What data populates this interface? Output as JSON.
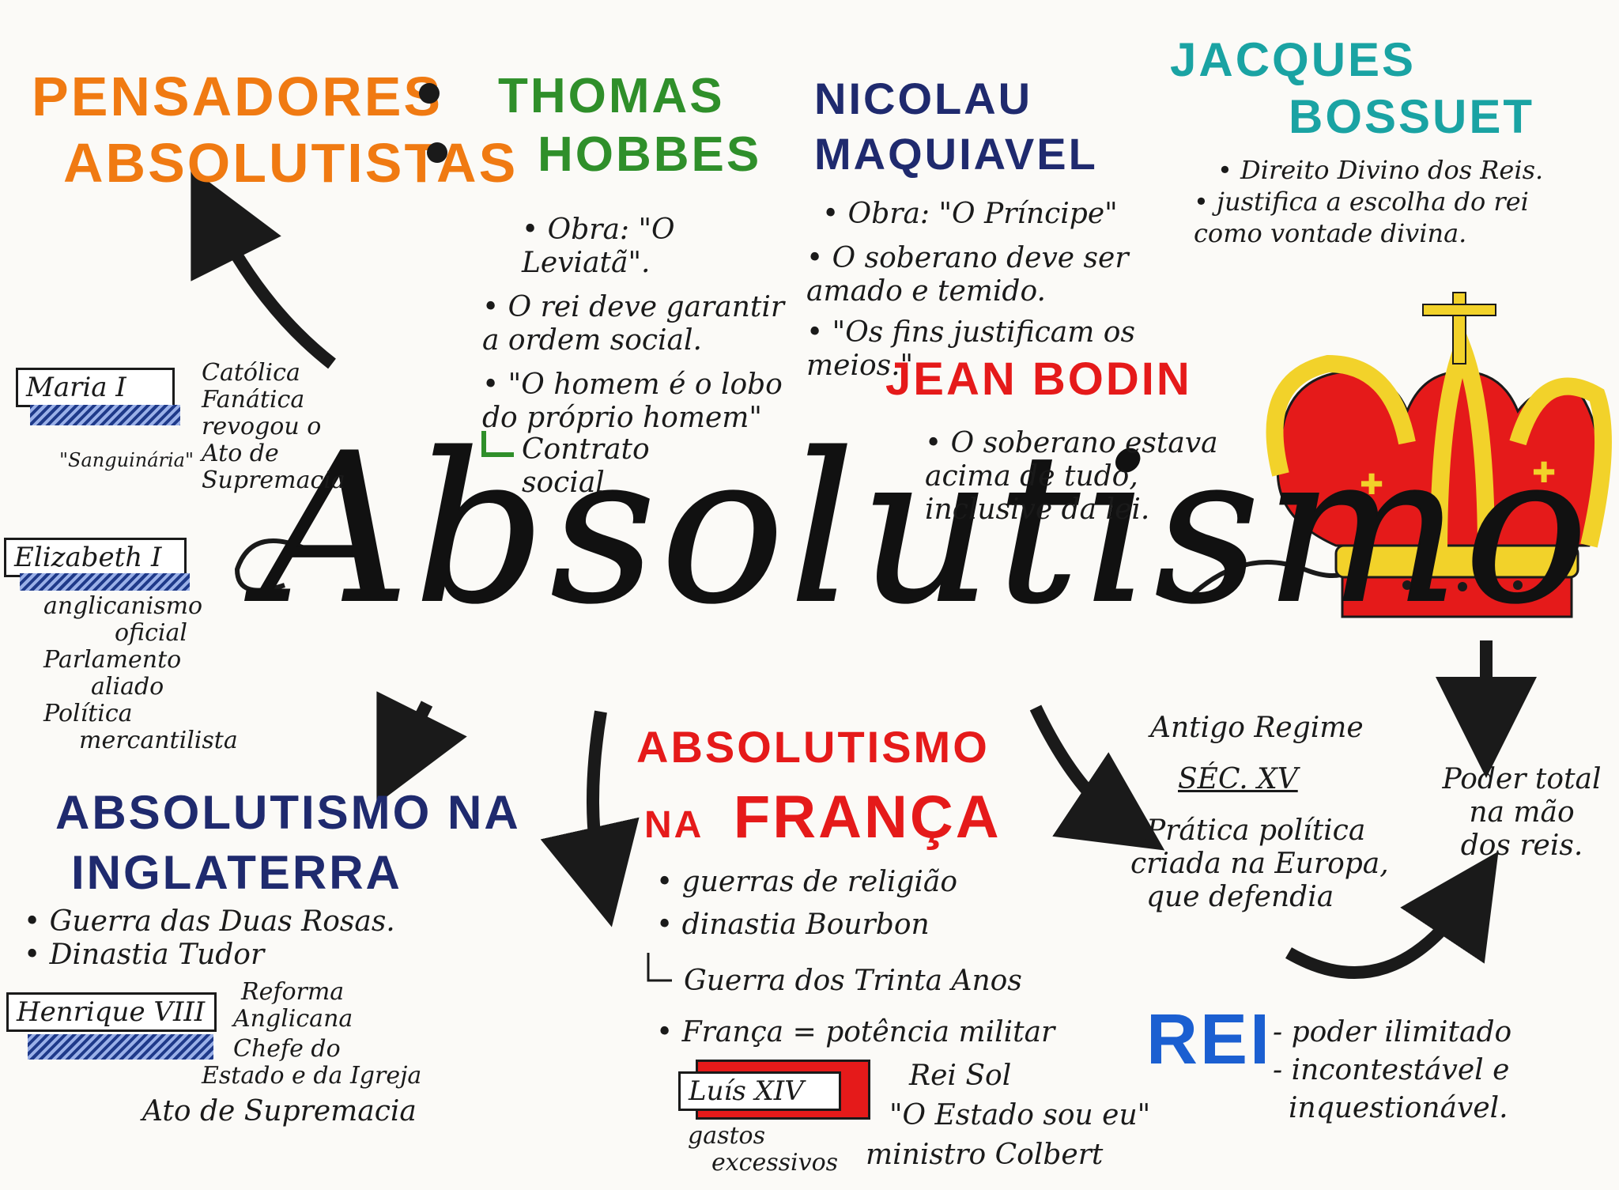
{
  "colors": {
    "orange": "#f07a12",
    "green": "#2f8f2a",
    "navy": "#1f2a6e",
    "teal": "#1aa3a3",
    "red": "#e51a1a",
    "gold": "#f2d22a",
    "blue": "#1b5fd1",
    "ink": "#1a1a1a"
  },
  "title": "Absolutismo",
  "pensadores": {
    "line1": "PENSADORES",
    "line2": "ABSOLUTISTAS"
  },
  "hobbes": {
    "name1": "THOMAS",
    "name2": "HOBBES",
    "items": [
      "• Obra: \"O Leviatã\".",
      "• O rei deve garantir a ordem social.",
      "• \"O homem é o lobo do próprio homem\""
    ],
    "contrato": "Contrato social"
  },
  "maquiavel": {
    "name1": "NICOLAU",
    "name2": "MAQUIAVEL",
    "items": [
      "• Obra: \"O Príncipe\"",
      "• O soberano deve ser amado e temido.",
      "• \"Os fins justificam os meios.\""
    ]
  },
  "bossuet": {
    "name1": "JACQUES",
    "name2": "BOSSUET",
    "items": [
      "• Direito Divino dos Reis.",
      "• justifica a escolha do rei como vontade divina."
    ]
  },
  "bodin": {
    "name": "JEAN BODIN",
    "text": "• O soberano estava acima de tudo, inclusive da lei."
  },
  "maria": {
    "label": "Maria I",
    "n1": "Católica",
    "n2": "Fanática",
    "n3": "revogou o",
    "n4": "Ato de",
    "n5": "Supremacia",
    "nick": "\"Sanguinária\""
  },
  "elizabeth": {
    "label": "Elizabeth I",
    "i1": "anglicanismo",
    "i2": "oficial",
    "i3": "Parlamento",
    "i4": "aliado",
    "i5": "Política",
    "i6": "mercantilista"
  },
  "inglaterra": {
    "t1": "ABSOLUTISMO NA",
    "t2": "INGLATERRA",
    "items": [
      "• Guerra das Duas Rosas.",
      "• Dinastia Tudor"
    ]
  },
  "henrique": {
    "label": "Henrique VIII",
    "r1": "Reforma",
    "r2": "Anglicana",
    "c1": "Chefe do",
    "c2": "Estado e da Igreja",
    "ato": "Ato de Supremacia"
  },
  "franca": {
    "t1": "ABSOLUTISMO",
    "t2": "NA",
    "t3": "FRANÇA",
    "items": [
      "• guerras de religião",
      "• dinastia Bourbon"
    ],
    "trinta": "Guerra dos Trinta Anos",
    "potencia": "• França = potência militar"
  },
  "luis": {
    "label": "Luís XIV",
    "sol": "Rei Sol",
    "estado": "\"O Estado sou eu\"",
    "colbert": "ministro Colbert",
    "gastos1": "gastos",
    "gastos2": "excessivos"
  },
  "antigo": {
    "t1": "Antigo Regime",
    "sec": "SÉC. XV",
    "p1": "Prática política",
    "p2": "criada na Europa,",
    "p3": "que defendia"
  },
  "poder": {
    "l1": "Poder total",
    "l2": "na mão",
    "l3": "dos reis."
  },
  "rei": {
    "label": "REI",
    "l1": "- poder ilimitado",
    "l2": "- incontestável e",
    "l3": "inquestionável."
  }
}
